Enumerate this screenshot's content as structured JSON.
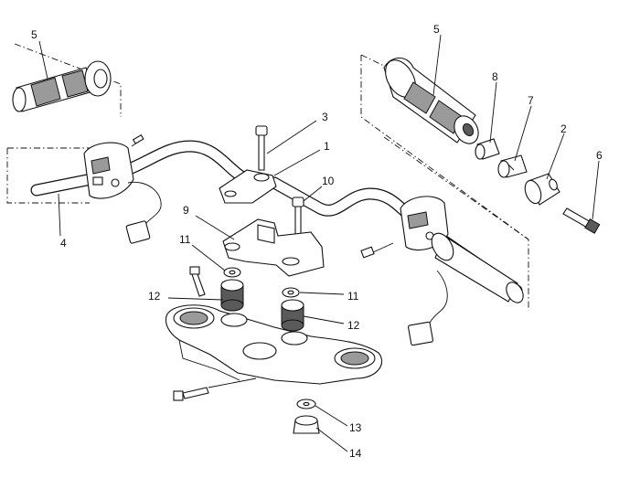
{
  "callouts": [
    {
      "id": "c1",
      "text": "1"
    },
    {
      "id": "c2",
      "text": "2"
    },
    {
      "id": "c3",
      "text": "3"
    },
    {
      "id": "c4",
      "text": "4"
    },
    {
      "id": "c5a",
      "text": "5"
    },
    {
      "id": "c5b",
      "text": "5"
    },
    {
      "id": "c6",
      "text": "6"
    },
    {
      "id": "c7",
      "text": "7"
    },
    {
      "id": "c8",
      "text": "8"
    },
    {
      "id": "c9",
      "text": "9"
    },
    {
      "id": "c10",
      "text": "10"
    },
    {
      "id": "c11a",
      "text": "11"
    },
    {
      "id": "c11b",
      "text": "11"
    },
    {
      "id": "c12a",
      "text": "12"
    },
    {
      "id": "c12b",
      "text": "12"
    },
    {
      "id": "c13",
      "text": "13"
    },
    {
      "id": "c14",
      "text": "14"
    }
  ]
}
